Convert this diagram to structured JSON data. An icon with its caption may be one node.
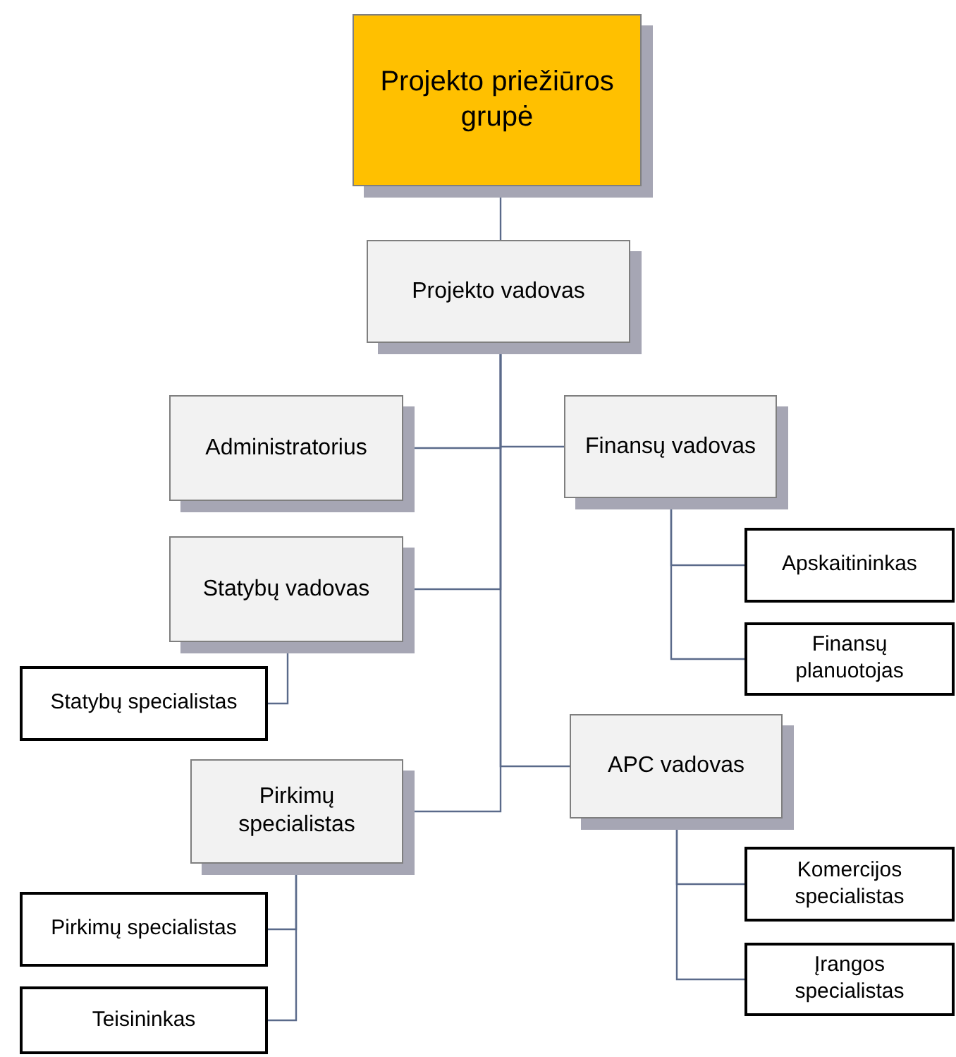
{
  "diagram": {
    "nodes": [
      {
        "text": [
          "Projekto priežiūros grupė"
        ]
      },
      {
        "text": [
          "Projekto vadovas"
        ]
      },
      {
        "text": [
          "Administratorius"
        ]
      },
      {
        "text": [
          "Finansų vadovas"
        ]
      },
      {
        "text": [
          "Apskaitininkas"
        ]
      },
      {
        "text": [
          "Finansų planuotojas"
        ]
      },
      {
        "text": [
          "Statybų vadovas"
        ]
      },
      {
        "text": [
          "Statybų specialistas"
        ]
      },
      {
        "text": [
          "APC vadovas"
        ]
      },
      {
        "text": [
          "Pirkimų specialistas"
        ]
      },
      {
        "text": [
          "Komercijos specialistas"
        ]
      },
      {
        "text": [
          "Įrangos specialistas"
        ]
      },
      {
        "text": [
          "Pirkimų specialistas"
        ]
      },
      {
        "text": [
          "Teisininkas"
        ]
      }
    ],
    "edges": [
      {
        "from": 0,
        "to": 1,
        "arrow": "none"
      },
      {
        "from": 1,
        "to": 2,
        "arrow": "none"
      },
      {
        "from": 1,
        "to": 3,
        "arrow": "none"
      },
      {
        "from": 3,
        "to": 4,
        "arrow": "none"
      },
      {
        "from": 3,
        "to": 5,
        "arrow": "none"
      },
      {
        "from": 1,
        "to": 6,
        "arrow": "none"
      },
      {
        "from": 6,
        "to": 7,
        "arrow": "none"
      },
      {
        "from": 1,
        "to": 8,
        "arrow": "none"
      },
      {
        "from": 1,
        "to": 9,
        "arrow": "none"
      },
      {
        "from": 8,
        "to": 10,
        "arrow": "none"
      },
      {
        "from": 8,
        "to": 11,
        "arrow": "none"
      },
      {
        "from": 9,
        "to": 12,
        "arrow": "none"
      },
      {
        "from": 9,
        "to": 13,
        "arrow": "none"
      }
    ]
  }
}
